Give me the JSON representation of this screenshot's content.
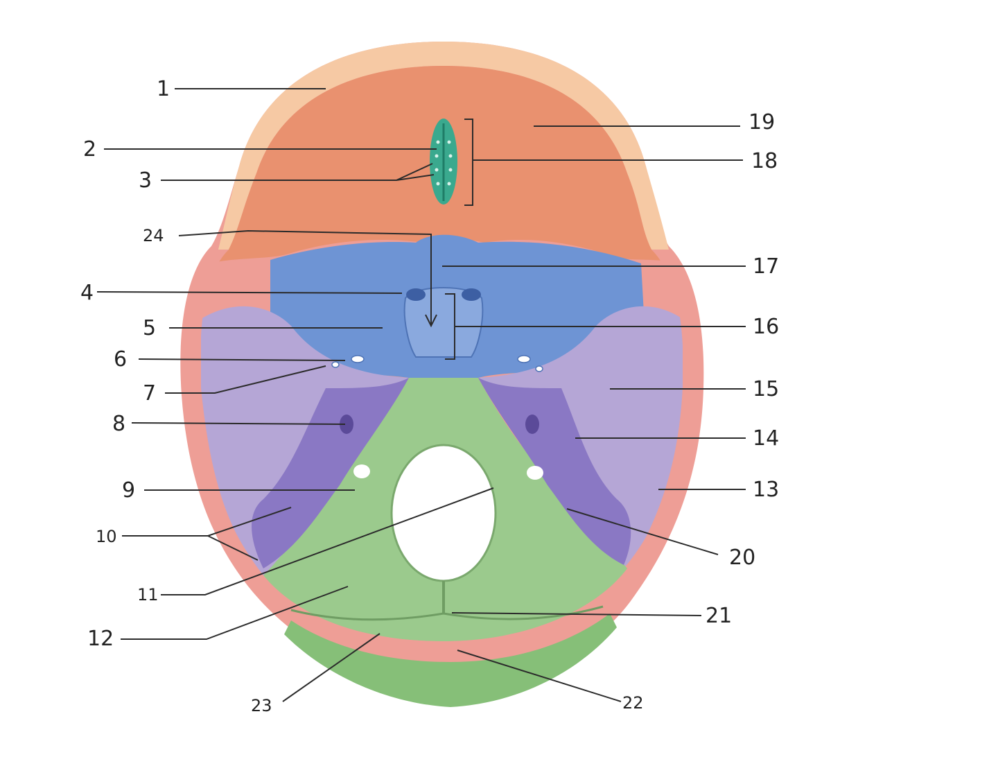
{
  "figure": {
    "colors": {
      "frontal": "#e9916f",
      "frontal_rim": "#f6c9a4",
      "parietal_temporal_rim": "#ee9e96",
      "sphenoid": "#6e94d4",
      "temporal": "#b5a6d6",
      "temporal_dark": "#8a78c4",
      "occipital": "#9bca8d",
      "occipital_rim": "#86bf78",
      "ethmoid": "#3aa98e",
      "line": "#2b2b2b",
      "text": "#222222"
    },
    "labels": [
      "1",
      "2",
      "3",
      "4",
      "5",
      "6",
      "7",
      "8",
      "9",
      "10",
      "11",
      "12",
      "13",
      "14",
      "15",
      "16",
      "17",
      "18",
      "19",
      "20",
      "21",
      "22",
      "23",
      "24"
    ]
  }
}
